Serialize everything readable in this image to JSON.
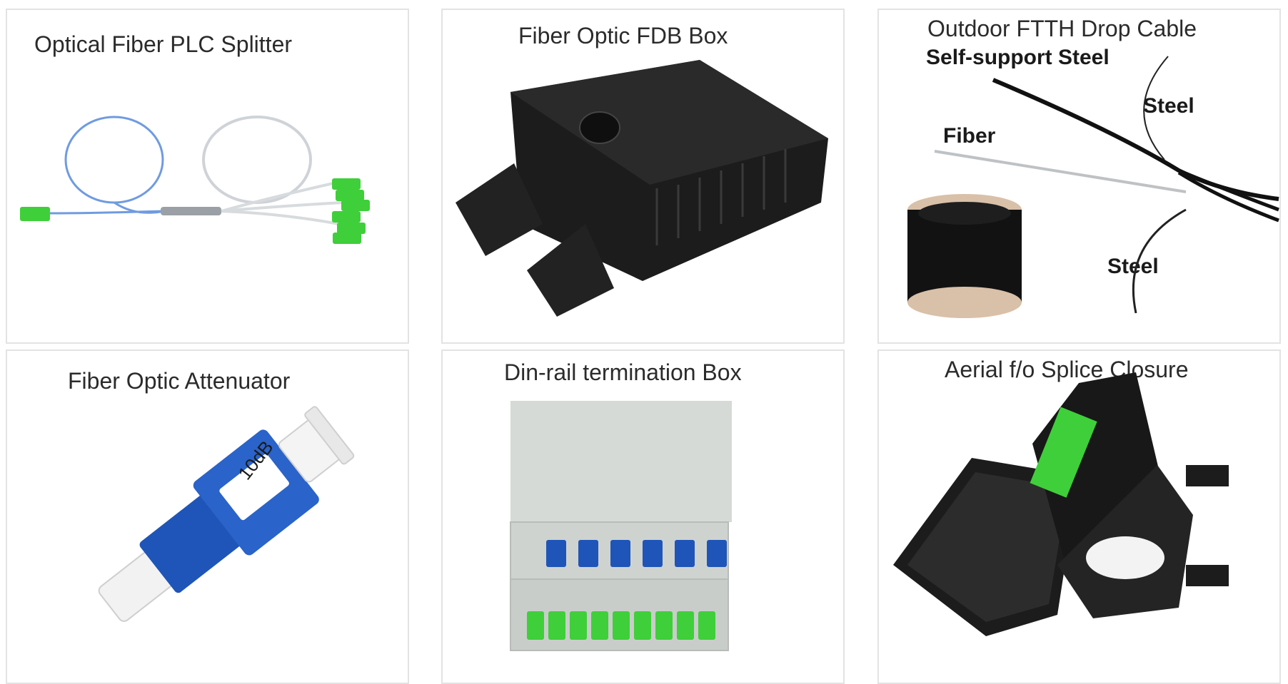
{
  "products": [
    {
      "title": "Optical Fiber PLC Splitter"
    },
    {
      "title": "Fiber Optic FDB Box"
    },
    {
      "title": "Outdoor FTTH Drop Cable",
      "labels": [
        "Self-support Steel",
        "Steel",
        "Fiber",
        "Steel"
      ]
    },
    {
      "title": "Fiber Optic Attenuator",
      "badge": "10dB"
    },
    {
      "title": "Din-rail termination Box"
    },
    {
      "title": "Aerial f/o Splice Closure"
    }
  ],
  "colors": {
    "border": "#e3e3e3",
    "connector_green": "#3fcf3a",
    "connector_blue": "#1f55b8",
    "box_black": "#1c1c1c"
  }
}
